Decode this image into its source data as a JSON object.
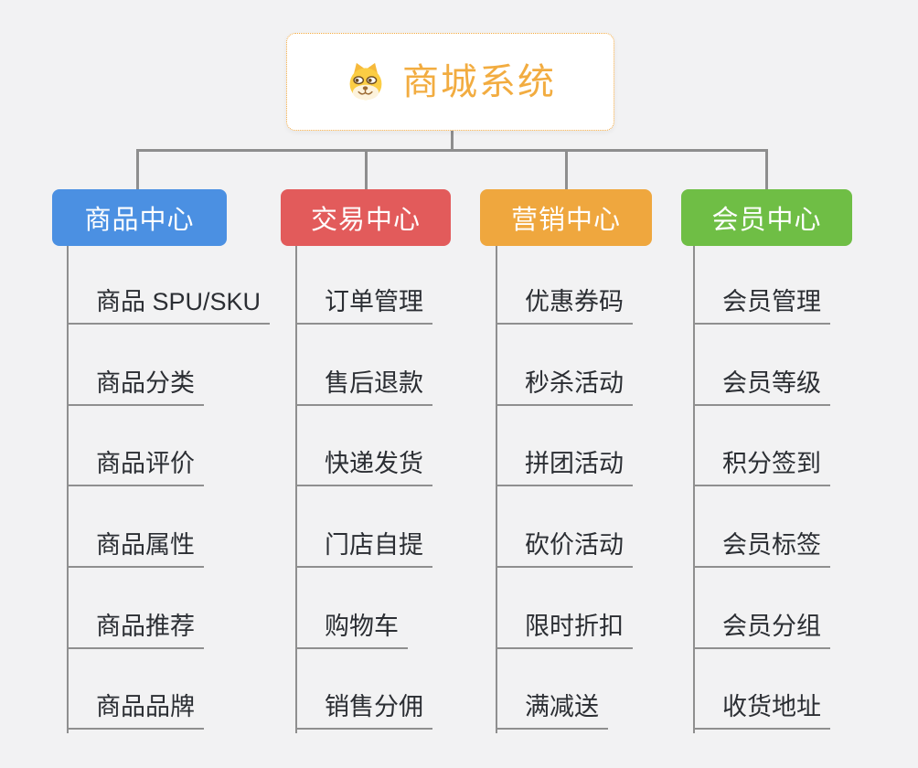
{
  "root": {
    "label": "商城系统",
    "icon": "dog-face-icon"
  },
  "branches": [
    {
      "label": "商品中心",
      "color": "#4b90e2",
      "children": [
        "商品 SPU/SKU",
        "商品分类",
        "商品评价",
        "商品属性",
        "商品推荐",
        "商品品牌"
      ]
    },
    {
      "label": "交易中心",
      "color": "#e25b5b",
      "children": [
        "订单管理",
        "售后退款",
        "快递发货",
        "门店自提",
        "购物车",
        "销售分佣"
      ]
    },
    {
      "label": "营销中心",
      "color": "#efa73e",
      "children": [
        "优惠券码",
        "秒杀活动",
        "拼团活动",
        "砍价活动",
        "限时折扣",
        "满减送"
      ]
    },
    {
      "label": "会员中心",
      "color": "#6fbe45",
      "children": [
        "会员管理",
        "会员等级",
        "积分签到",
        "会员标签",
        "会员分组",
        "收货地址"
      ]
    }
  ],
  "colors": {
    "canvas_bg": "#f2f2f3",
    "connector": "#8e8e8e",
    "item_line": "#8f8f8f",
    "item_text": "#2b2e33",
    "root_accent": "#f2ac40",
    "root_border": "#f3a93f"
  }
}
